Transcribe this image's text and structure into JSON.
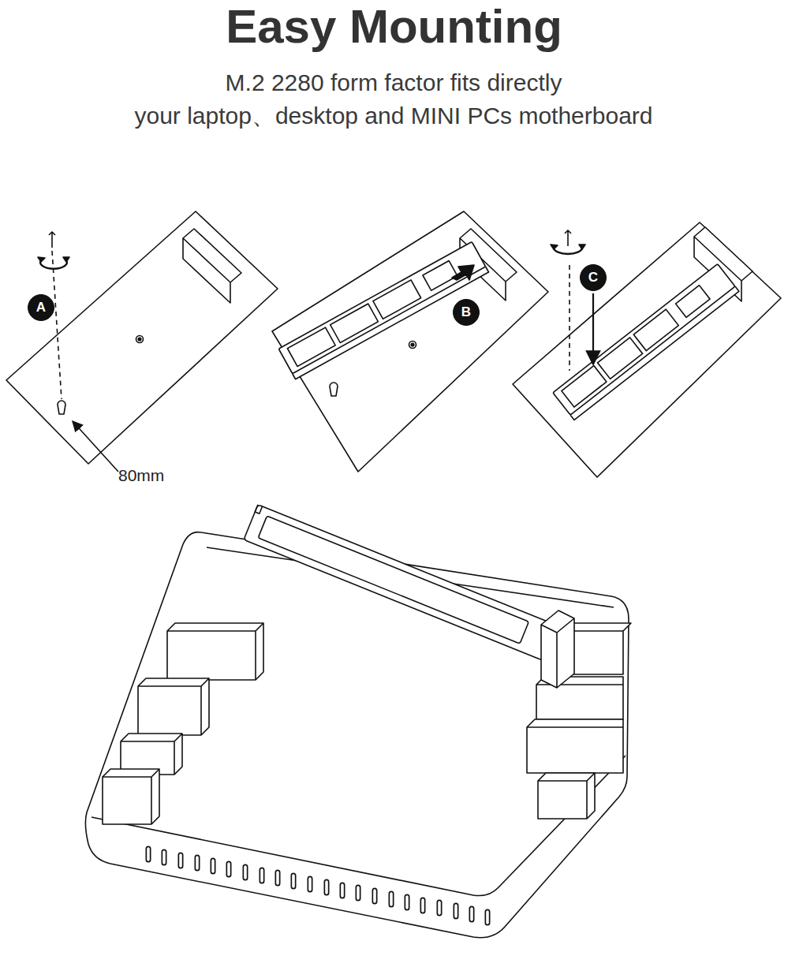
{
  "diagram": {
    "title": "Easy Mounting",
    "nodes": [
      {
        "text": [
          "A"
        ]
      },
      {
        "text": [
          "B"
        ]
      },
      {
        "text": [
          "C"
        ]
      }
    ],
    "labels": [
      "M.2 2280 form factor fits directly your laptop、desktop and MINI PCs motherboard",
      "80mm"
    ]
  }
}
